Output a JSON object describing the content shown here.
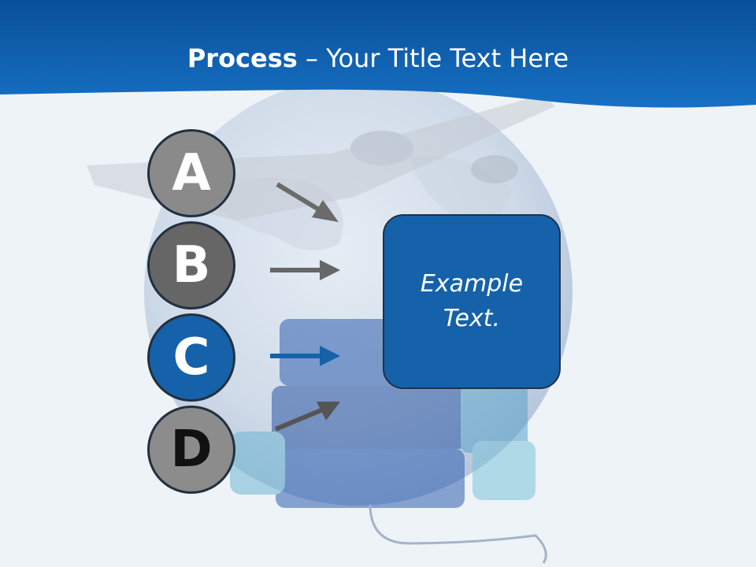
{
  "title": {
    "bold": "Process",
    "rest": " – Your Title Text Here"
  },
  "steps": [
    {
      "letter": "A",
      "fill": "#8a8a8a",
      "text_color": "#ffffff"
    },
    {
      "letter": "B",
      "fill": "#666666",
      "text_color": "#ffffff"
    },
    {
      "letter": "C",
      "fill": "#1562aa",
      "text_color": "#ffffff"
    },
    {
      "letter": "D",
      "fill": "#8c8c8c",
      "text_color": "#111111"
    }
  ],
  "box": {
    "line1": "Example",
    "line2": "Text."
  },
  "colors": {
    "header_blue": "#0b5aa6",
    "arrow_gray": "#6b6b6b",
    "arrow_blue": "#1562aa"
  }
}
